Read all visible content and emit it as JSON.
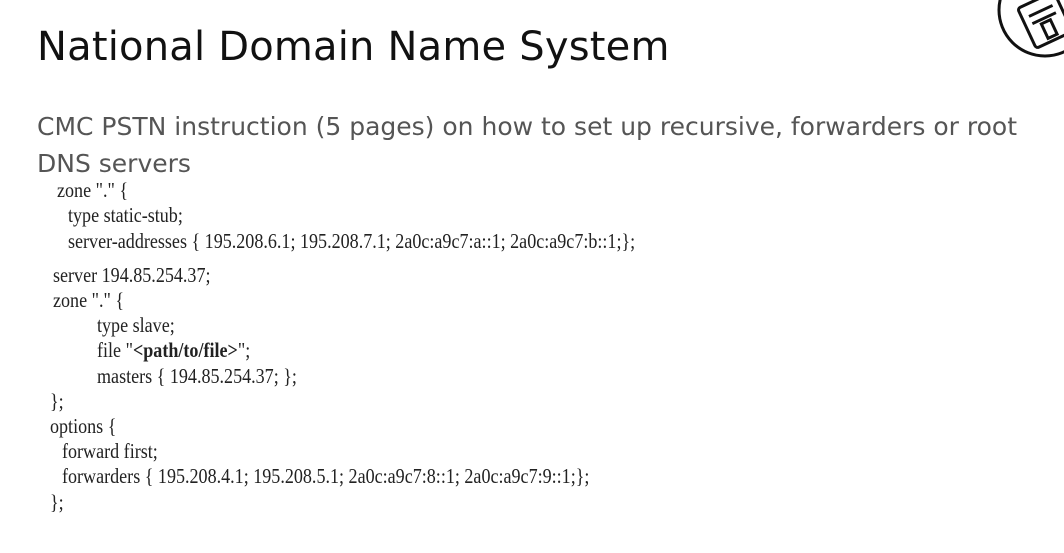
{
  "slide": {
    "title": "National Domain Name System",
    "subtitle": "CMC PSTN instruction (5 pages) on how to set up recursive, forwarders or root DNS servers"
  },
  "code_lines": [
    "zone \".\" {",
    "type static-stub;",
    "server-addresses { 195.208.6.1; 195.208.7.1; 2a0c:a9c7:a::1; 2a0c:a9c7:b::1;};",
    "server 194.85.254.37;",
    "zone \".\" {",
    "type slave;",
    "file \"",
    "<path/to/file>",
    "\";",
    "masters { 194.85.254.37; };",
    "};",
    "options {",
    "forward first;",
    "forwarders { 195.208.4.1; 195.208.5.1; 2a0c:a9c7:8::1; 2a0c:a9c7:9::1;};",
    "};"
  ]
}
